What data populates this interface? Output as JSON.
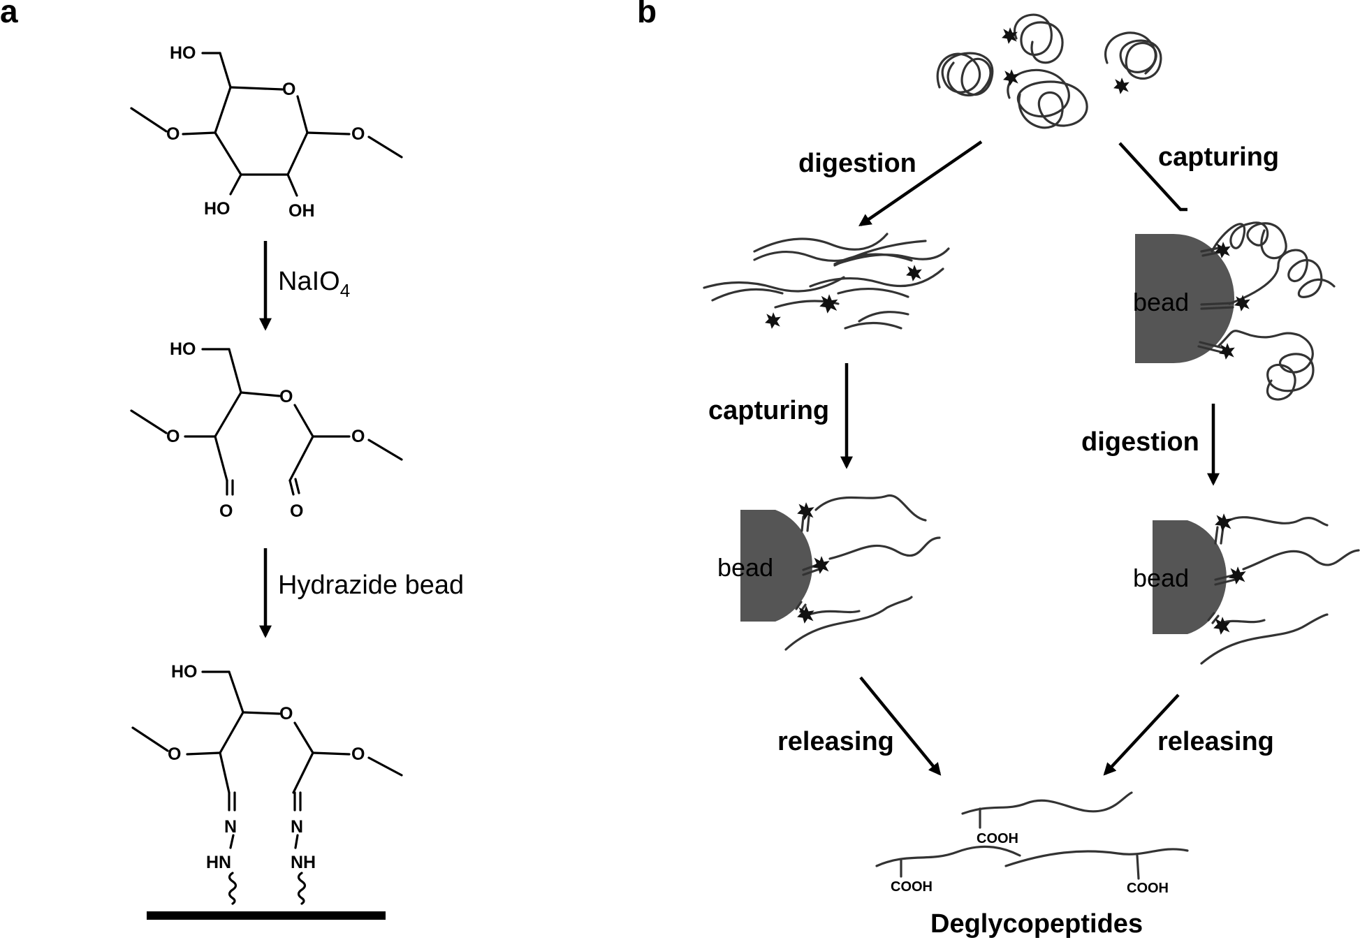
{
  "panels": {
    "a": {
      "label": "a",
      "reagents": [
        "NaIO4",
        "Hydrazide bead"
      ],
      "reagent1_main": "NaIO",
      "reagent1_sub": "4",
      "atoms": {
        "ho": "HO",
        "o": "O",
        "oh": "OH",
        "n": "N",
        "hn": "HN",
        "nh": "NH"
      }
    },
    "b": {
      "label": "b",
      "steps": {
        "left_top": "digestion",
        "right_top": "capturing",
        "left_mid": "capturing",
        "right_mid": "digestion",
        "left_bottom": "releasing",
        "right_bottom": "releasing"
      },
      "bead_label": "bead",
      "product_group": "COOH",
      "product_label": "Deglycopeptides"
    }
  },
  "colors": {
    "bead": "#555555",
    "strand": "#333333",
    "line": "#000000"
  }
}
